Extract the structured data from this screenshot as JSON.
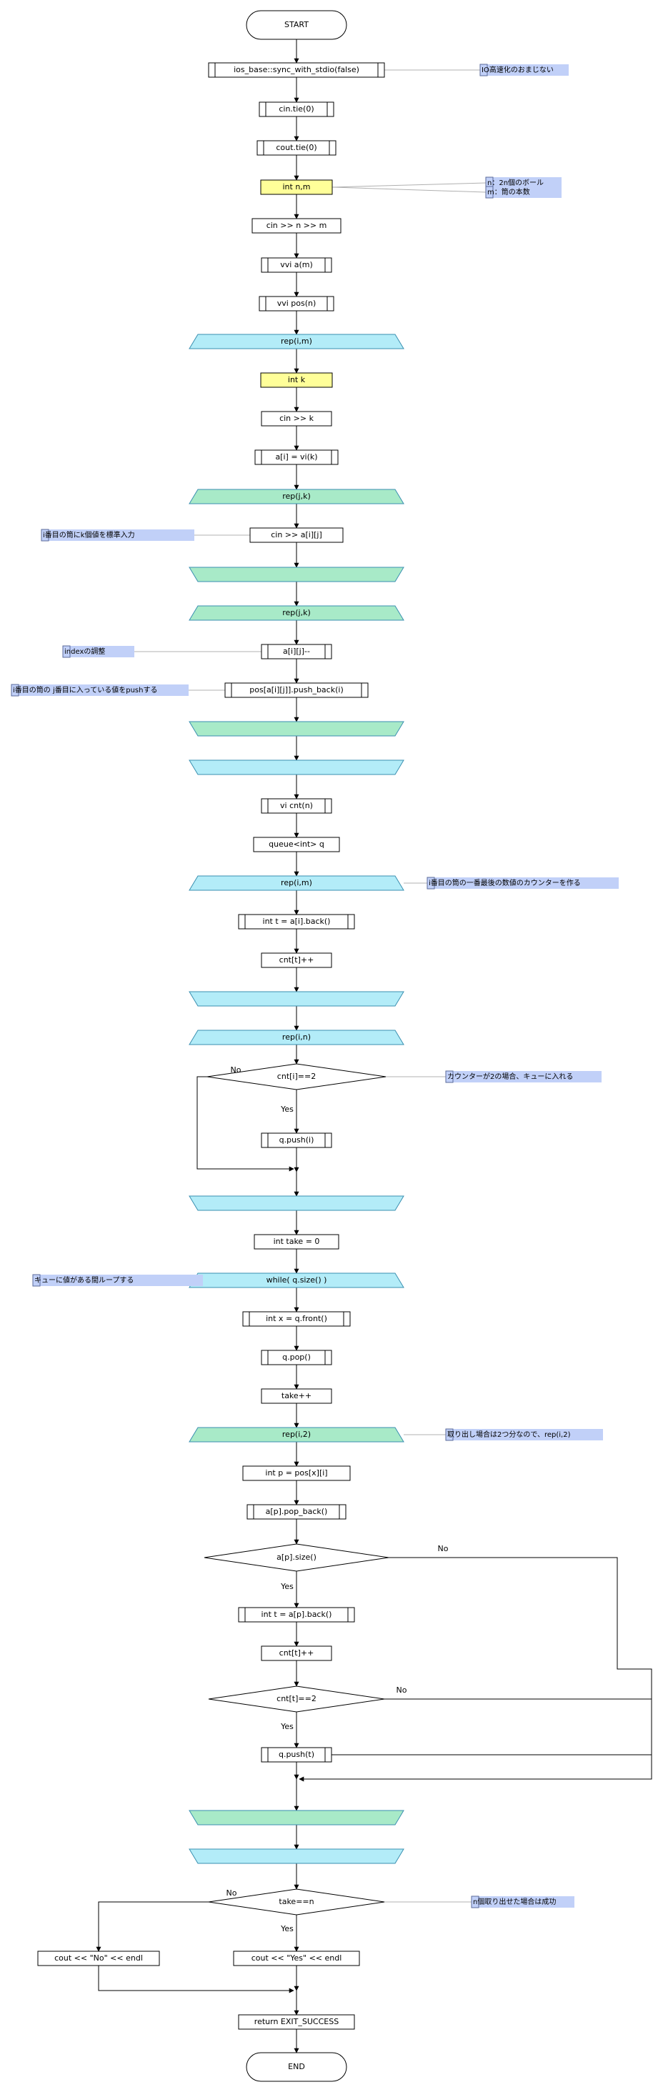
{
  "colors": {
    "line": "#000000",
    "box_fill": "#ffffff",
    "var_fill": "#ffff99",
    "loop_blue": "#b3ecf8",
    "loop_green": "#a8eac8",
    "note_fill": "#c1d0f8",
    "note_line": "#b0b0b0"
  },
  "terminals": {
    "start": "START",
    "end": "END"
  },
  "nodes": {
    "sync": "ios_base::sync_with_stdio(false)",
    "cin_tie": "cin.tie(0)",
    "cout_tie": "cout.tie(0)",
    "int_nm": "int n,m",
    "cin_nm": "cin >> n >> m",
    "vvi_a": "vvi a(m)",
    "vvi_pos": "vvi pos(n)",
    "int_k": "int k",
    "cin_k": "cin >> k",
    "ai_vi": "a[i] = vi(k)",
    "cin_aij": "cin >> a[i][j]",
    "aij_dec": "a[i][j]--",
    "pos_push": "pos[a[i][j]].push_back(i)",
    "vi_cnt": "vi cnt(n)",
    "queue_q": "queue<int> q",
    "int_t_back": "int t = a[i].back()",
    "cnt_t_inc": "cnt[t]++",
    "q_push_i": "q.push(i)",
    "int_take": "int take = 0",
    "int_x": "int x = q.front()",
    "q_pop": "q.pop()",
    "take_inc": "take++",
    "int_p": "int p = pos[x][i]",
    "ap_pop": "a[p].pop_back()",
    "int_t_ap": "int t = a[p].back()",
    "cnt_t_inc2": "cnt[t]++",
    "q_push_t": "q.push(t)",
    "cout_no": "cout << \"No\" << endl",
    "cout_yes": "cout << \"Yes\" << endl",
    "return": "return EXIT_SUCCESS"
  },
  "loops": {
    "rep_i_m": "rep(i,m)",
    "rep_j_k_1": "rep(j,k)",
    "rep_j_k_2": "rep(j,k)",
    "rep_i_m_2": "rep(i,m)",
    "rep_i_n": "rep(i,n)",
    "while_q": "while( q.size() )",
    "rep_i_2": "rep(i,2)"
  },
  "decisions": {
    "cnt_i_2": "cnt[i]==2",
    "ap_size": "a[p].size()",
    "cnt_t_2": "cnt[t]==2",
    "take_n": "take==n"
  },
  "labels": {
    "yes": "Yes",
    "no": "No"
  },
  "notes": {
    "io": "IO高速化のおまじない",
    "nm_1": "n：2n個のボール",
    "nm_2": "m：筒の本数",
    "input_balls": "i番目の筒にk個値を標準入力",
    "index_adjust": "indexの調整",
    "pos_note": "i番目の筒の j番目に入っている値をpushする",
    "counter_note": "i番目の筒の一番最後の数値のカウンターを作る",
    "cnt_note": "カウンターが2の場合、キューに入れる",
    "while_note": "キューに値がある間ループする",
    "rep2_note": "取り出し場合は2つ分なので、rep(i,2)",
    "take_note": "n個取り出せた場合は成功"
  }
}
